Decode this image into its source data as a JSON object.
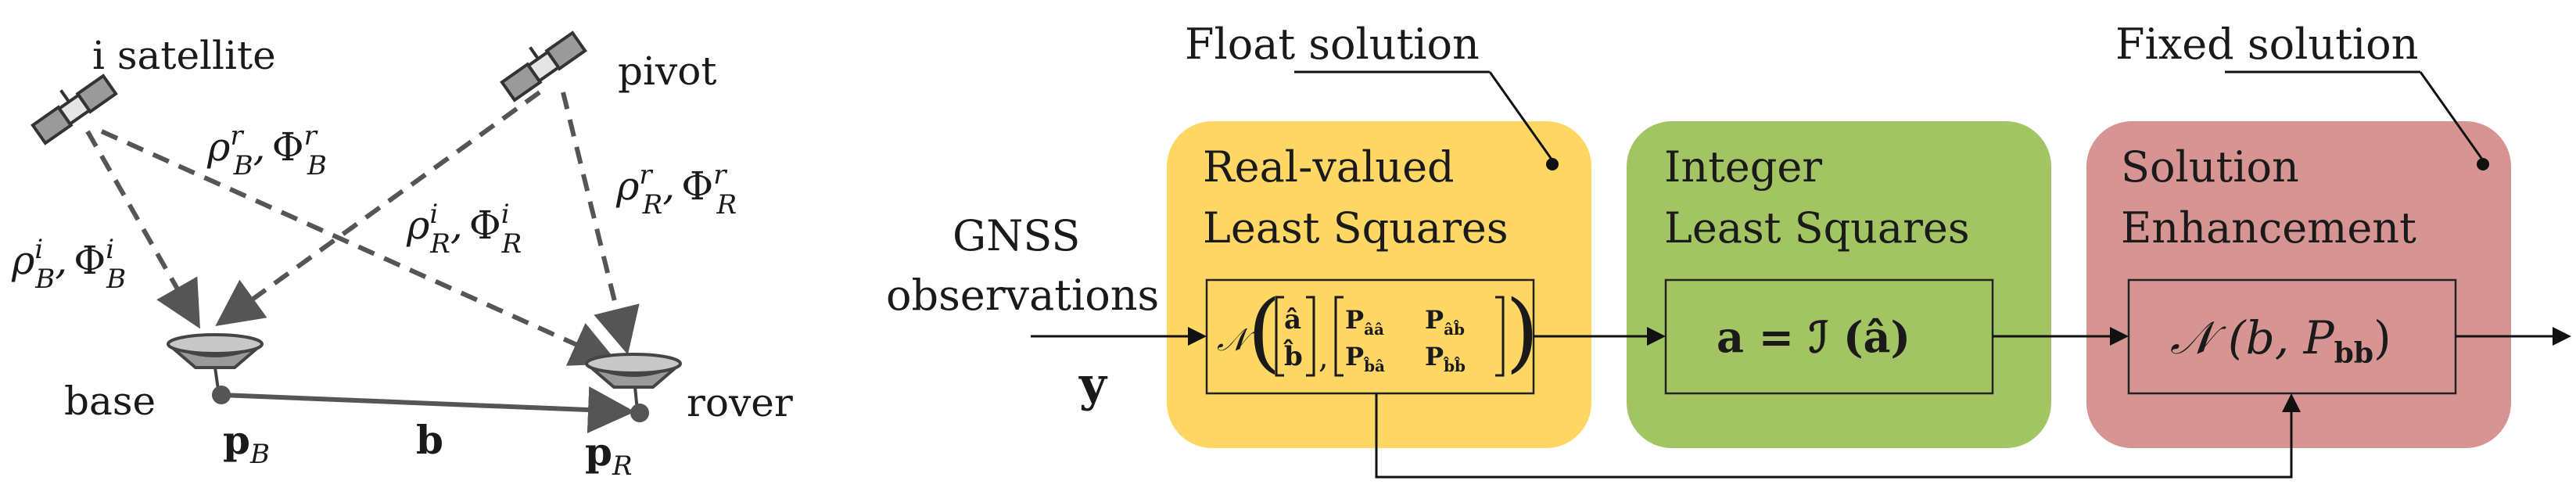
{
  "geometry": {
    "labels": {
      "i_satellite": "i satellite",
      "pivot": "pivot",
      "base": "base",
      "rover": "rover",
      "rho_B_i": "ρ",
      "Phi_B_i": "Φ",
      "rho_B_r": "ρ",
      "Phi_B_r": "Φ",
      "rho_R_i": "ρ",
      "Phi_R_i": "Φ",
      "rho_R_r": "ρ",
      "Phi_R_r": "Φ",
      "sup_i": "i",
      "sup_r": "r",
      "sub_B": "B",
      "sub_R": "R",
      "comma": ",",
      "p": "p",
      "b": "b"
    }
  },
  "flow": {
    "float_solution": "Float solution",
    "fixed_solution": "Fixed solution",
    "input_line1": "GNSS",
    "input_line2": "observations",
    "input_symbol": "y",
    "box1": {
      "line1": "Real-valued",
      "line2": "Least Squares",
      "formula": {
        "N": "𝒩",
        "a_hat": "â",
        "b_hat": "b̂",
        "P": "P",
        "sub_aa": "ââ",
        "sub_ab": "âb̂",
        "sub_ba": "b̂â",
        "sub_bb": "b̂b̂",
        "comma": ","
      },
      "color": "#FDD663"
    },
    "box2": {
      "line1": "Integer",
      "line2": "Least Squares",
      "formula": "a = ℐ (â)",
      "color": "#A2C463"
    },
    "box3": {
      "line1": "Solution",
      "line2": "Enhancement",
      "formula": "𝒩 (b, P",
      "formula_sub": "bb",
      "formula_end": ")",
      "color": "#D69593"
    }
  }
}
